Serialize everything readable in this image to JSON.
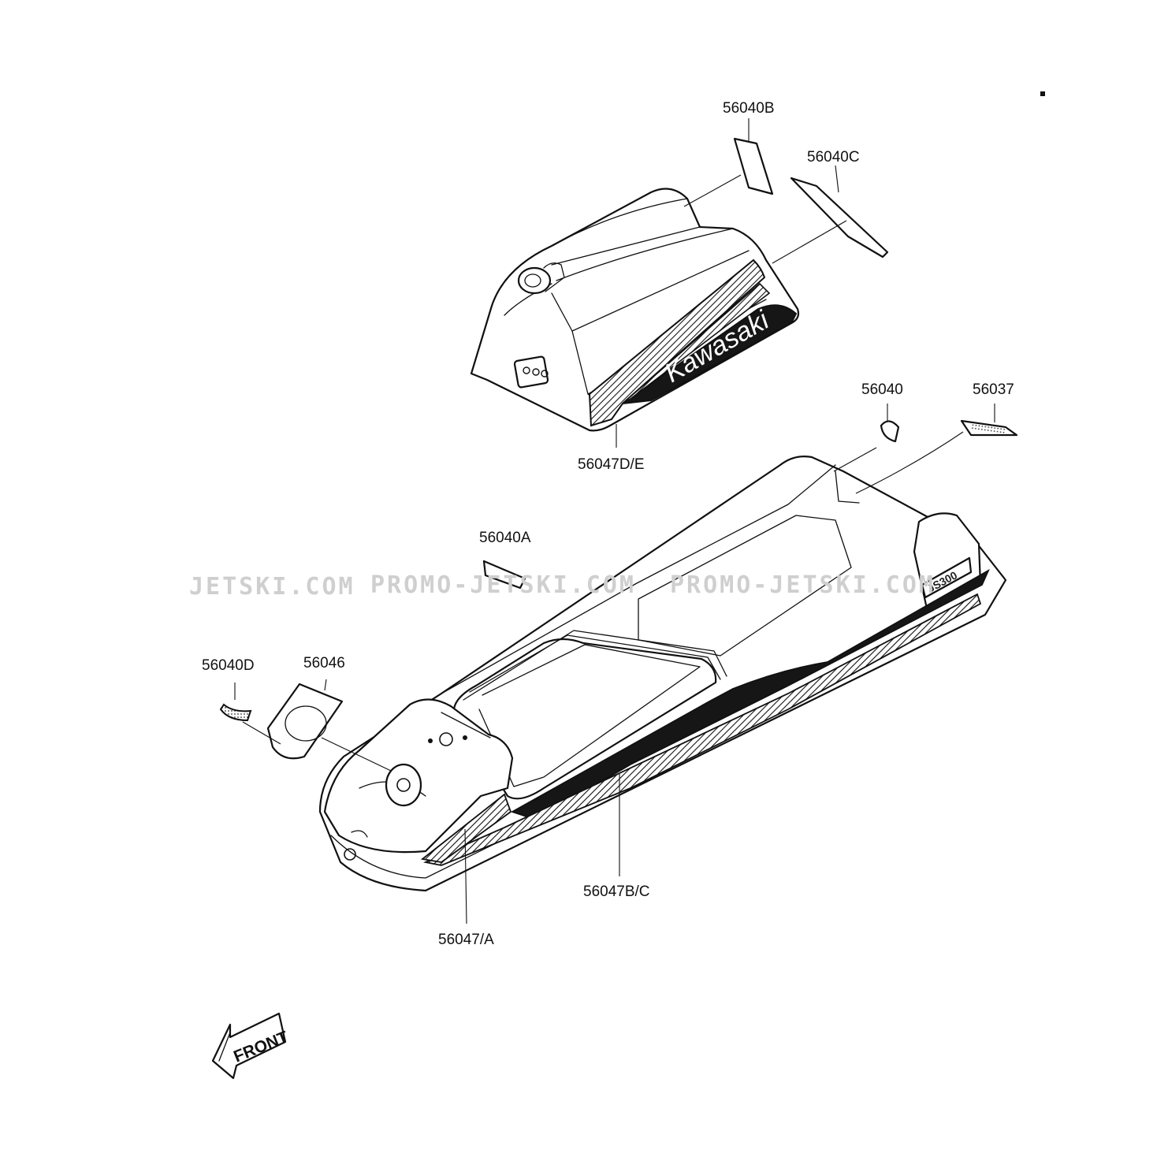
{
  "diagram": {
    "watermarks": [
      "JETSKI.COM",
      "PROMO-JETSKI.COM",
      "PROMO-JETSKI.COM"
    ],
    "hood_brand": "Kawasaki",
    "hull_model_badge": "JS300",
    "front_arrow_text": "FRONT",
    "part_labels": {
      "p56040B": "56040B",
      "p56040C": "56040C",
      "p56047DE": "56047D/E",
      "p56040": "56040",
      "p56037": "56037",
      "p56040A": "56040A",
      "p56040D": "56040D",
      "p56046": "56046",
      "p56047BC": "56047B/C",
      "p56047A": "56047/A"
    },
    "colors": {
      "ink": "#111111",
      "watermark": "#cfcfcf",
      "paper": "#ffffff"
    }
  }
}
